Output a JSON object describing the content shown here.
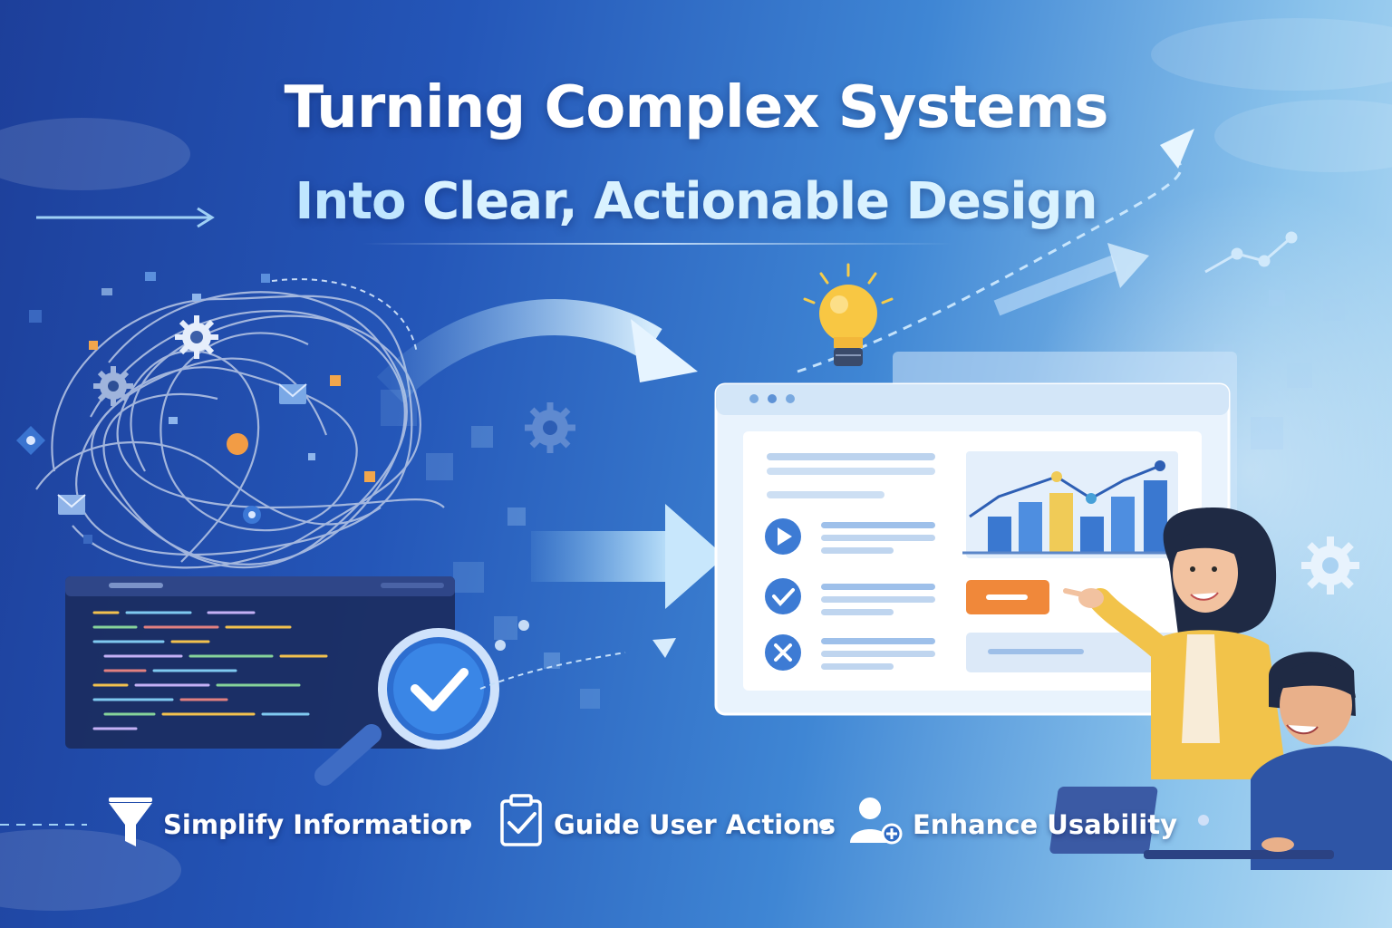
{
  "headline": {
    "line1": "Turning Complex Systems",
    "line2_prefix": "Into ",
    "line2_highlight": "Clear, Actionable Design"
  },
  "benefits": [
    {
      "label": "Simplify Information",
      "icon": "funnel-icon"
    },
    {
      "label": "Guide User Actions",
      "icon": "clipboard-check-icon"
    },
    {
      "label": "Enhance Usability",
      "icon": "user-plus-icon"
    }
  ],
  "illustration": {
    "left": [
      "tangled-lines",
      "gear-icon",
      "mail-icon",
      "code-window",
      "magnifier-check-icon"
    ],
    "center": [
      "curved-arrow",
      "straight-arrow",
      "lightbulb-icon"
    ],
    "right": [
      "dashboard-window",
      "play-icon",
      "check-icon",
      "close-icon",
      "bar-chart",
      "orange-button",
      "woman-presenter",
      "man-with-laptop"
    ]
  },
  "colors": {
    "background_dark": "#1d3f9a",
    "background_light": "#b6dcf4",
    "headline": "#ffffff",
    "headline_accent": "#bfe6ff",
    "accent_orange": "#f0883a",
    "accent_yellow": "#f3c84b",
    "chart_blue": "#3a78d0"
  }
}
